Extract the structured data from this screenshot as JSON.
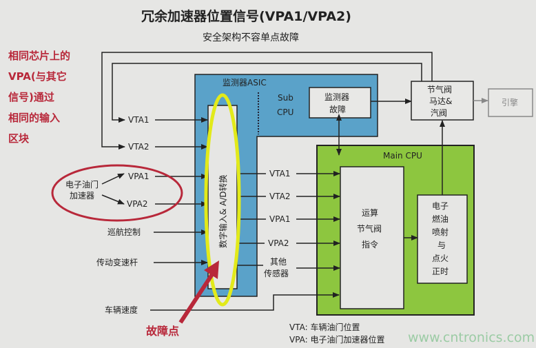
{
  "title": "冗余加速器位置信号(VPA1/VPA2)",
  "subtitle": "安全架构不容单点故障",
  "side_note": {
    "lines": [
      "相同芯片上的",
      "VPA(与其它",
      "信号)通过",
      "相同的输入",
      "区块"
    ],
    "color": "#b8283a"
  },
  "blocks": {
    "asic": {
      "label": "监测器ASIC",
      "color": "#5aa2c9"
    },
    "sub_cpu": {
      "line1": "Sub",
      "line2": "CPU"
    },
    "monitor_fault": {
      "line1": "监测器",
      "line2": "故障"
    },
    "throttle_motor": {
      "line1": "节气阀",
      "line2": "马达&",
      "line3": "汽阀"
    },
    "engine": {
      "label": "引擎"
    },
    "adc": {
      "label": "数字输入& A/D转换"
    },
    "main_cpu": {
      "label": "Main CPU",
      "color": "#8dc63f"
    },
    "compute": {
      "line1": "运算",
      "line2": "节气阀",
      "line3": "指令"
    },
    "injection": {
      "lines": [
        "电子",
        "燃油",
        "喷射",
        "与",
        "点火",
        "正时"
      ]
    }
  },
  "pedal": {
    "line1": "电子油门",
    "line2": "加速器"
  },
  "inputs_left": [
    "VTA1",
    "VTA2",
    "VPA1",
    "VPA2",
    "巡航控制",
    "传动变速杆",
    "车辆速度"
  ],
  "signals_mid": [
    "VTA1",
    "VTA2",
    "VPA1",
    "VPA2",
    "其他",
    "传感器"
  ],
  "fault_point": "故障点",
  "legend": {
    "vta": "VTA: 车辆油门位置",
    "vpa": "VPA: 电子油门加速器位置"
  },
  "watermark": "www.cntronics.com"
}
